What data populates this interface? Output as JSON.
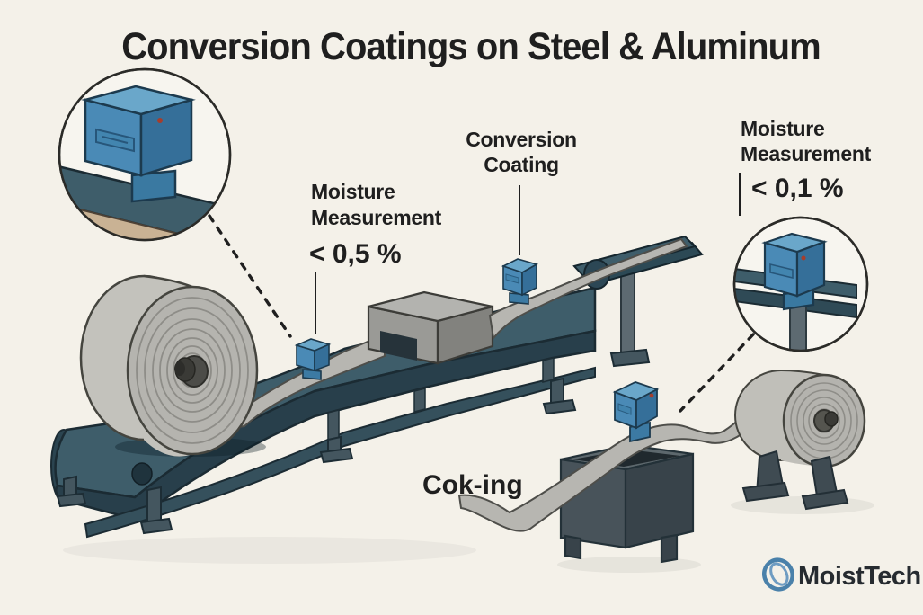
{
  "title": "Conversion Coatings on Steel & Aluminum",
  "annotations": {
    "inlet_moisture": {
      "line1": "Moisture",
      "line2": "Measurement",
      "value": "< 0,5 %"
    },
    "coating_station": {
      "line1": "Conversion",
      "line2": "Coating"
    },
    "outlet_moisture": {
      "line1": "Moisture",
      "line2": "Measurement",
      "value": "< 0,1 %"
    },
    "dip_tank_label": "Cok-ing"
  },
  "logo": {
    "text": "MoistTech"
  },
  "colors": {
    "background": "#f4f1e9",
    "ink": "#1f1f1f",
    "sensor_blue": "#4a8ab6",
    "sensor_blue_dark": "#356f99",
    "sensor_blue_light": "#6aa7ca",
    "belt_teal": "#3e5d6a",
    "belt_teal_dark": "#283f4b",
    "steel_gray": "#b5b4af",
    "tank_gray": "#48535a",
    "tan_board": "#c9b294",
    "logo_blue": "#4a81aa"
  }
}
